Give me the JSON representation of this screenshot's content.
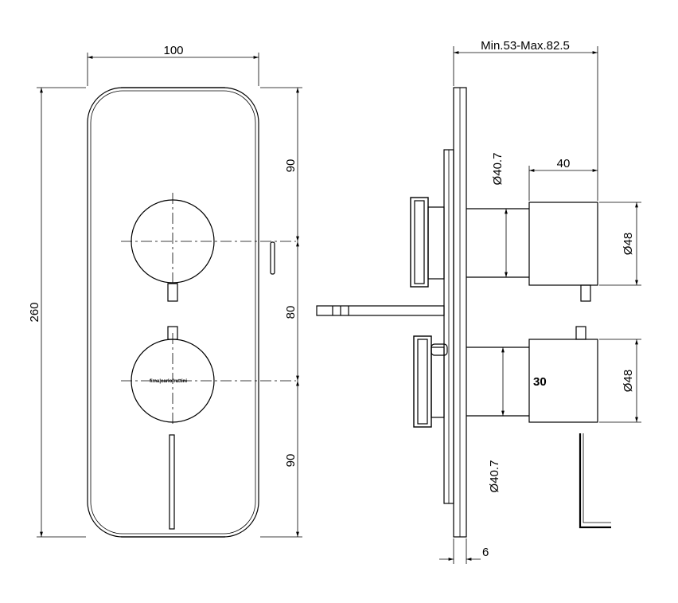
{
  "front_view": {
    "width_label": "100",
    "height_label": "260",
    "spacing_top_label": "90",
    "spacing_mid_label": "80",
    "spacing_bottom_label": "90",
    "brand_text": "fima|carlofrattini"
  },
  "side_view": {
    "depth_range_label": "Min.53-Max.82.5",
    "body_length_label": "40",
    "upper_bore_label": "Ø40.7",
    "lower_bore_label": "Ø40.7",
    "upper_knob_diameter_label": "Ø48",
    "lower_knob_diameter_label": "Ø48",
    "knob_marking": "30",
    "plate_thickness_label": "6"
  }
}
